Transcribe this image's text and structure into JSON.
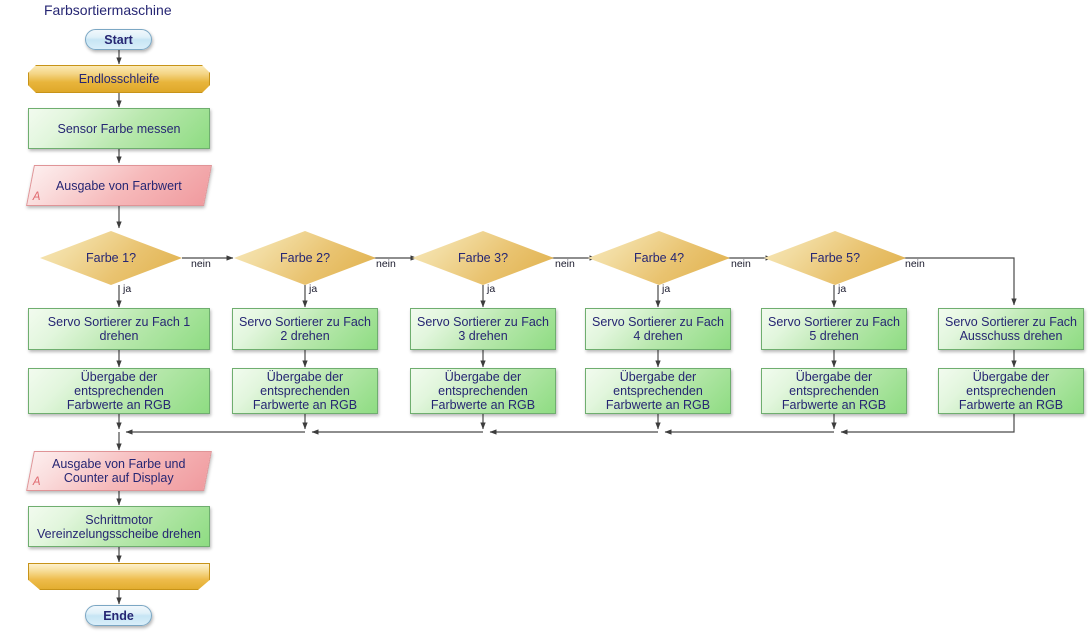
{
  "diagram": {
    "title": "Farbsortiermaschine",
    "title_color": "#262673",
    "background": "#ffffff"
  },
  "palette": {
    "terminator_fill": "#c7e5f4",
    "terminator_stroke": "#7ba7c4",
    "loop_fill": "#e8b53c",
    "loop_stroke": "#c79318",
    "process_fill": "#b9e8ae",
    "process_stroke": "#6fae6f",
    "io_fill": "#f6b9ba",
    "io_stroke": "#e09497",
    "decision_fill": "#e9c370",
    "decision_stroke": "#c79318",
    "edge_stroke": "#4a4a4a",
    "text_color": "#262673"
  },
  "nodes": {
    "start": {
      "label": "Start",
      "type": "terminator"
    },
    "loop_begin": {
      "label": "Endlosschleife",
      "type": "loop"
    },
    "sensor": {
      "label": "Sensor Farbe messen",
      "type": "process"
    },
    "output_color": {
      "label": "Ausgabe von Farbwert",
      "type": "io",
      "marker": "A"
    },
    "output_display": {
      "label": "Ausgabe von Farbe und\nCounter auf Display",
      "type": "io",
      "marker": "A"
    },
    "stepper": {
      "label": "Schrittmotor\nVereinzelungsscheibe drehen",
      "type": "process"
    },
    "loop_end": {
      "label": "",
      "type": "loopend"
    },
    "end": {
      "label": "Ende",
      "type": "terminator"
    }
  },
  "branches": [
    {
      "decision": "Farbe 1?",
      "yes_label": "ja",
      "no_label": "nein",
      "servo": "Servo Sortierer zu Fach 1\ndrehen",
      "transfer": "Übergabe der entsprechenden\nFarbwerte an RGB"
    },
    {
      "decision": "Farbe 2?",
      "yes_label": "ja",
      "no_label": "nein",
      "servo": "Servo Sortierer zu Fach\n2 drehen",
      "transfer": "Übergabe der\nentsprechenden\nFarbwerte an RGB"
    },
    {
      "decision": "Farbe 3?",
      "yes_label": "ja",
      "no_label": "nein",
      "servo": "Servo Sortierer zu Fach\n3 drehen",
      "transfer": "Übergabe der\nentsprechenden\nFarbwerte an RGB"
    },
    {
      "decision": "Farbe 4?",
      "yes_label": "ja",
      "no_label": "nein",
      "servo": "Servo Sortierer zu Fach\n4 drehen",
      "transfer": "Übergabe der\nentsprechenden\nFarbwerte an RGB"
    },
    {
      "decision": "Farbe 5?",
      "yes_label": "ja",
      "no_label": "nein",
      "servo": "Servo Sortierer zu Fach\n5 drehen",
      "transfer": "Übergabe der\nentsprechenden\nFarbwerte an RGB"
    }
  ],
  "reject_branch": {
    "servo": "Servo Sortierer zu Fach\nAusschuss drehen",
    "transfer": "Übergabe der\nentsprechenden\nFarbwerte an RGB"
  }
}
